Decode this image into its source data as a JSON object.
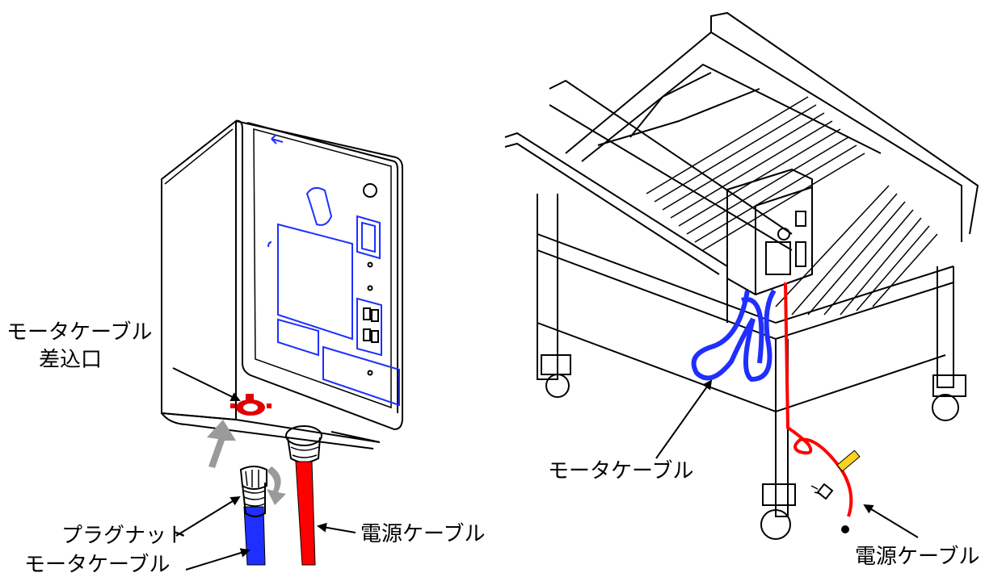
{
  "labels": {
    "motor_cable_inlet_line1": "モータケーブル",
    "motor_cable_inlet_line2": "差込口",
    "plug_nut": "プラグナット",
    "motor_cable_left": "モータケーブル",
    "power_cable_left": "電源ケーブル",
    "motor_cable_right": "モータケーブル",
    "power_cable_right": "電源ケーブル"
  },
  "colors": {
    "panel_outline": "#1f2fff",
    "motor_cable": "#1f2fff",
    "power_cable": "#ff0000",
    "inlet": "#e00000",
    "direction_arrows": "#9a9a9a"
  }
}
